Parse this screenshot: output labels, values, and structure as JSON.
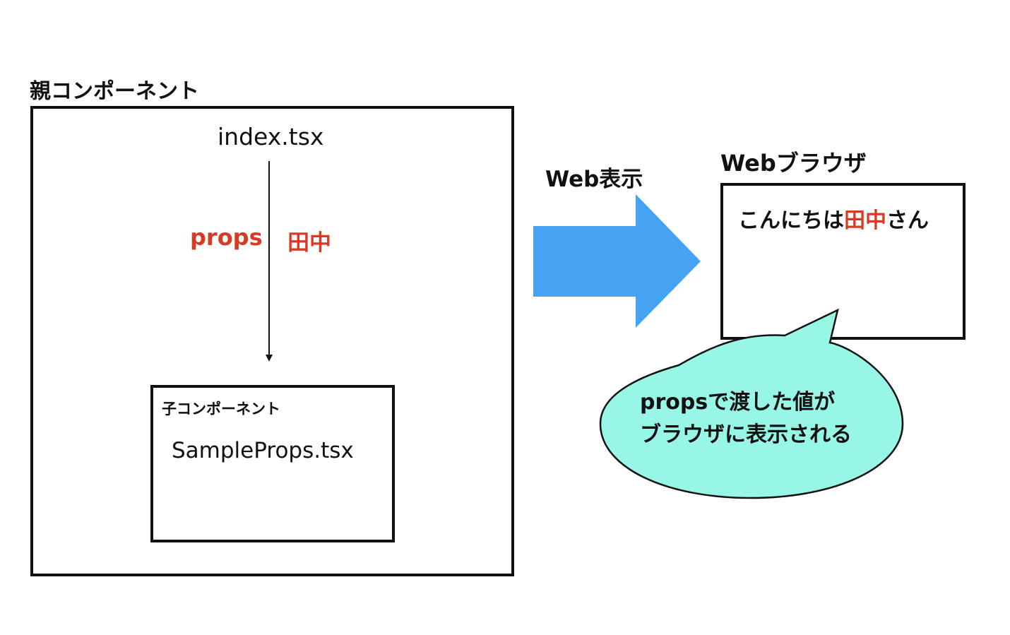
{
  "parent": {
    "label": "親コンポーネント",
    "file": "index.tsx"
  },
  "props_flow": {
    "label": "props",
    "value": "田中"
  },
  "child": {
    "label": "子コンポーネント",
    "file": "SampleProps.tsx"
  },
  "transition": {
    "label": "Web表示"
  },
  "browser": {
    "label": "Webブラウザ",
    "greeting_prefix": "こんにちは",
    "greeting_name": "田中",
    "greeting_suffix": "さん"
  },
  "callout": {
    "line1": "propsで渡した値が",
    "line2": "ブラウザに表示される"
  },
  "colors": {
    "accent_red": "#d93a26",
    "arrow_blue": "#45a3f2",
    "callout_fill": "#98f6e7"
  }
}
